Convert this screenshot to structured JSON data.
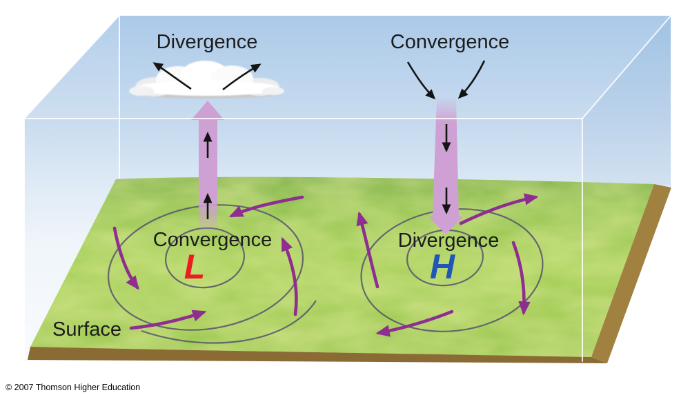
{
  "diagram": {
    "labels": {
      "aloft_left": "Divergence",
      "aloft_right": "Convergence",
      "surface_low": "Convergence",
      "surface_high": "Divergence",
      "pressure_low": "L",
      "pressure_high": "H",
      "surface": "Surface"
    },
    "credit": "© 2007 Thomson Higher Education",
    "colors": {
      "sky_top": "#a2c4e6",
      "sky_horizon": "#ecf3fa",
      "grass_back": "#74ad42",
      "grass_mid": "#a4cf55",
      "soil_front": "#8a6b33",
      "soil_side": "#a18140",
      "updraft_pink": "#cfa0d3",
      "flow_purple": "#8e2e90",
      "isobar_gray": "#5b5b6d",
      "low_red": "#ee1b1f",
      "high_blue": "#2155b6",
      "label_black": "#1c1c1c",
      "edge_white": "#ffffff"
    },
    "icons": {
      "cloud": "cloud-icon",
      "updraft": "updraft-arrow-icon",
      "downdraft": "downdraft-arrow-icon",
      "rising_air": "rising-air-arrow-icon",
      "sinking_air": "sinking-air-arrow-icon",
      "aloft_outflow": "divergence-aloft-arrow-icon",
      "aloft_inflow": "convergence-aloft-arrow-icon",
      "surface_inflow": "cyclonic-inflow-arrow-icon",
      "surface_outflow": "anticyclonic-outflow-arrow-icon",
      "isobar": "isobar-ellipse"
    }
  }
}
